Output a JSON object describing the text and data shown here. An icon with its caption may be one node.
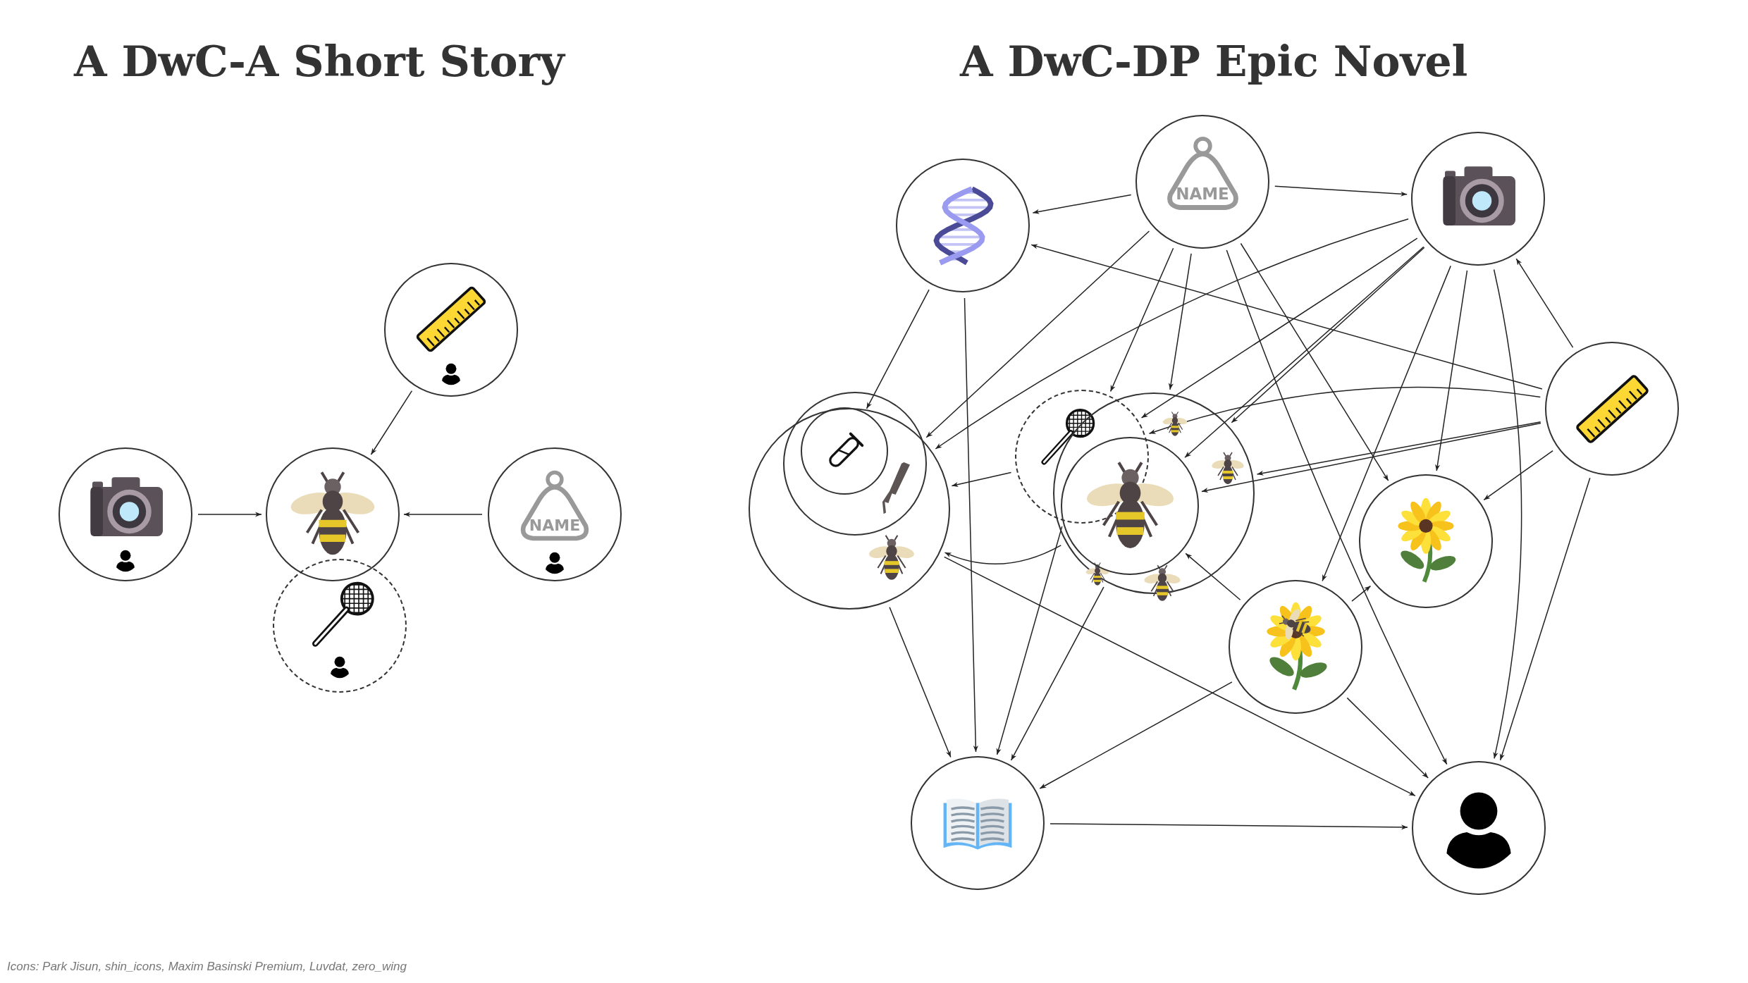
{
  "diagram": {
    "caption": "Icons: Park Jisun, shin_icons, Maxim Basinski Premium, Luvdat, zero_wing",
    "nodes": [
      {
        "text": [],
        "shape": "picture"
      },
      {
        "text": [],
        "shape": "picture"
      },
      {
        "text": [],
        "shape": "picture"
      },
      {
        "text": [
          "NAME"
        ]
      },
      {
        "text": [],
        "shape": "picture"
      },
      {
        "text": [],
        "shape": "picture"
      },
      {
        "text": [
          "NAME"
        ]
      },
      {
        "text": [],
        "shape": "picture"
      },
      {
        "text": [],
        "shape": "circle"
      },
      {
        "text": [],
        "shape": "circle",
        "in": 8
      },
      {
        "text": [],
        "shape": "picture",
        "in": 9
      },
      {
        "text": [],
        "shape": "picture"
      },
      {
        "text": [],
        "shape": "circle"
      },
      {
        "text": [],
        "shape": "picture",
        "in": 12
      },
      {
        "text": [],
        "shape": "picture"
      },
      {
        "text": [],
        "shape": "picture"
      },
      {
        "text": [],
        "shape": "picture"
      },
      {
        "text": [],
        "shape": "picture"
      },
      {
        "text": [],
        "shape": "picture"
      }
    ],
    "edges": [
      {
        "from": 0,
        "to": 2,
        "arrow": "to"
      },
      {
        "from": 1,
        "to": 2,
        "arrow": "to"
      },
      {
        "from": 3,
        "to": 2,
        "arrow": "to"
      },
      {
        "from": 6,
        "to": 5,
        "arrow": "to"
      },
      {
        "from": 6,
        "to": 7,
        "arrow": "to"
      },
      {
        "from": 6,
        "to": 8,
        "arrow": "to"
      },
      {
        "from": 6,
        "to": 11,
        "arrow": "to"
      },
      {
        "from": 6,
        "to": 12,
        "arrow": "to"
      },
      {
        "from": 6,
        "to": 15,
        "arrow": "to"
      },
      {
        "from": 6,
        "to": 18,
        "arrow": "to"
      },
      {
        "from": 7,
        "to": 8,
        "arrow": "to"
      },
      {
        "from": 7,
        "to": 11,
        "arrow": "to"
      },
      {
        "from": 7,
        "to": 12,
        "arrow": "to"
      },
      {
        "from": 7,
        "to": 13,
        "arrow": "to"
      },
      {
        "from": 7,
        "to": 16,
        "arrow": "to"
      },
      {
        "from": 7,
        "to": 15,
        "arrow": "to"
      },
      {
        "from": 7,
        "to": 18,
        "arrow": "to"
      },
      {
        "from": 14,
        "to": 7,
        "arrow": "to"
      },
      {
        "from": 14,
        "to": 5,
        "arrow": "to"
      },
      {
        "from": 14,
        "to": 11,
        "arrow": "to"
      },
      {
        "from": 14,
        "to": 12,
        "arrow": "to"
      },
      {
        "from": 14,
        "to": 13,
        "arrow": "to"
      },
      {
        "from": 14,
        "to": 15,
        "arrow": "to"
      },
      {
        "from": 14,
        "to": 18,
        "arrow": "to"
      },
      {
        "from": 11,
        "to": 8,
        "arrow": "to"
      },
      {
        "from": 12,
        "to": 8,
        "arrow": "to"
      },
      {
        "from": 5,
        "to": 10,
        "arrow": "to"
      },
      {
        "from": 5,
        "to": 17,
        "arrow": "to"
      },
      {
        "from": 8,
        "to": 17,
        "arrow": "to"
      },
      {
        "from": 8,
        "to": 18,
        "arrow": "to"
      },
      {
        "from": 11,
        "to": 17,
        "arrow": "to"
      },
      {
        "from": 12,
        "to": 17,
        "arrow": "to"
      },
      {
        "from": 16,
        "to": 17,
        "arrow": "to"
      },
      {
        "from": 16,
        "to": 15,
        "arrow": "to"
      },
      {
        "from": 16,
        "to": 13,
        "arrow": "to"
      },
      {
        "from": 16,
        "to": 18,
        "arrow": "to"
      },
      {
        "from": 17,
        "to": 18,
        "arrow": "to"
      }
    ],
    "labels": [
      "A DwC-A Short Story",
      "A DwC-DP Epic Novel"
    ]
  }
}
